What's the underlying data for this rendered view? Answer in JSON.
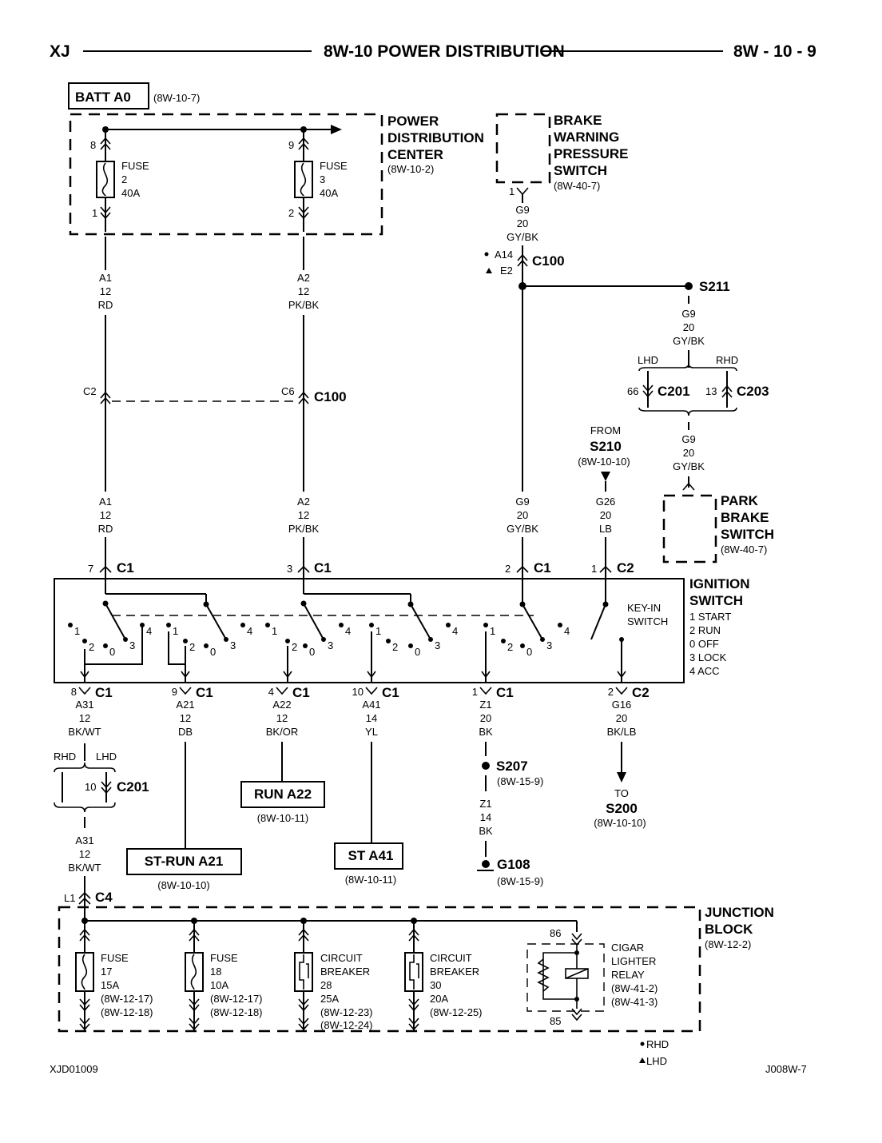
{
  "header": {
    "model": "XJ",
    "title": "8W-10 POWER DISTRIBUTION",
    "page": "8W - 10 - 9"
  },
  "batt": {
    "label": "BATT A0",
    "ref": "(8W-10-7)"
  },
  "pdc": {
    "line1": "POWER",
    "line2": "DISTRIBUTION",
    "line3": "CENTER",
    "ref": "(8W-10-2)"
  },
  "fuse2": {
    "pin_top": "8",
    "pin_bottom": "1",
    "l1": "FUSE",
    "l2": "2",
    "l3": "40A"
  },
  "fuse3": {
    "pin_top": "9",
    "pin_bottom": "2",
    "l1": "FUSE",
    "l2": "3",
    "l3": "40A"
  },
  "wire_a1": {
    "c": "A1",
    "g": "12",
    "col": "RD"
  },
  "wire_a2": {
    "c": "A2",
    "g": "12",
    "col": "PK/BK"
  },
  "c100_mid": {
    "pin_a": "C2",
    "pin_b": "C6",
    "name": "C100"
  },
  "brake_sw": {
    "line1": "BRAKE",
    "line2": "WARNING",
    "line3": "PRESSURE",
    "line4": "SWITCH",
    "ref": "(8W-40-7)",
    "pin": "1"
  },
  "wire_g9": {
    "c": "G9",
    "g": "20",
    "col": "GY/BK"
  },
  "c100_top": {
    "pin_rhd": "A14",
    "pin_lhd": "E2",
    "name": "C100"
  },
  "s211": "S211",
  "c201_top": {
    "pin": "66",
    "name": "C201",
    "side": "LHD"
  },
  "c203_top": {
    "pin": "13",
    "name": "C203",
    "side": "RHD"
  },
  "s210": {
    "from": "FROM",
    "name": "S210",
    "ref": "(8W-10-10)"
  },
  "wire_g26": {
    "c": "G26",
    "g": "20",
    "col": "LB"
  },
  "park_sw": {
    "line1": "PARK",
    "line2": "BRAKE",
    "line3": "SWITCH",
    "ref": "(8W-40-7)"
  },
  "ign_top_conn": [
    {
      "pin": "7",
      "name": "C1"
    },
    {
      "pin": "3",
      "name": "C1"
    },
    {
      "pin": "2",
      "name": "C1"
    },
    {
      "pin": "1",
      "name": "C2"
    }
  ],
  "ign": {
    "title1": "IGNITION",
    "title2": "SWITCH",
    "positions": [
      "1 START",
      "2 RUN",
      "0 OFF",
      "3 LOCK",
      "4 ACC"
    ],
    "keyin1": "KEY-IN",
    "keyin2": "SWITCH",
    "pos_labels": [
      "1",
      "2",
      "0",
      "3",
      "4"
    ]
  },
  "ign_bottom_conn": [
    {
      "pin": "8",
      "name": "C1",
      "c": "A31",
      "g": "12",
      "col": "BK/WT"
    },
    {
      "pin": "9",
      "name": "C1",
      "c": "A21",
      "g": "12",
      "col": "DB"
    },
    {
      "pin": "4",
      "name": "C1",
      "c": "A22",
      "g": "12",
      "col": "BK/OR"
    },
    {
      "pin": "10",
      "name": "C1",
      "c": "A41",
      "g": "14",
      "col": "YL"
    },
    {
      "pin": "1",
      "name": "C1",
      "c": "Z1",
      "g": "20",
      "col": "BK"
    },
    {
      "pin": "2",
      "name": "C2",
      "c": "G16",
      "g": "20",
      "col": "BK/LB"
    }
  ],
  "c201_bot": {
    "rhd": "RHD",
    "lhd": "LHD",
    "pin": "10",
    "name": "C201"
  },
  "run_a22": {
    "label": "RUN A22",
    "ref": "(8W-10-11)"
  },
  "strun_a21": {
    "label": "ST-RUN A21",
    "ref": "(8W-10-10)"
  },
  "st_a41": {
    "label": "ST A41",
    "ref": "(8W-10-11)"
  },
  "s207": {
    "name": "S207",
    "ref": "(8W-15-9)"
  },
  "wire_z1b": {
    "c": "Z1",
    "g": "14",
    "col": "BK"
  },
  "g108": {
    "name": "G108",
    "ref": "(8W-15-9)"
  },
  "s200": {
    "to": "TO",
    "name": "S200",
    "ref": "(8W-10-10)"
  },
  "c4": {
    "pin": "L1",
    "name": "C4"
  },
  "jb": {
    "line1": "JUNCTION",
    "line2": "BLOCK",
    "ref": "(8W-12-2)"
  },
  "jb_fuse17": {
    "l1": "FUSE",
    "l2": "17",
    "l3": "15A",
    "r1": "(8W-12-17)",
    "r2": "(8W-12-18)"
  },
  "jb_fuse18": {
    "l1": "FUSE",
    "l2": "18",
    "l3": "10A",
    "r1": "(8W-12-17)",
    "r2": "(8W-12-18)"
  },
  "jb_cb28": {
    "l1": "CIRCUIT",
    "l2": "BREAKER",
    "l3": "28",
    "l4": "25A",
    "r1": "(8W-12-23)",
    "r2": "(8W-12-24)"
  },
  "jb_cb30": {
    "l1": "CIRCUIT",
    "l2": "BREAKER",
    "l3": "30",
    "l4": "20A",
    "r1": "(8W-12-25)"
  },
  "relay": {
    "pin_top": "86",
    "pin_bot": "85",
    "l1": "CIGAR",
    "l2": "LIGHTER",
    "l3": "RELAY",
    "r1": "(8W-41-2)",
    "r2": "(8W-41-3)"
  },
  "legend": {
    "rhd": "RHD",
    "lhd": "LHD"
  },
  "footer": {
    "left": "XJD01009",
    "right": "J008W-7"
  }
}
